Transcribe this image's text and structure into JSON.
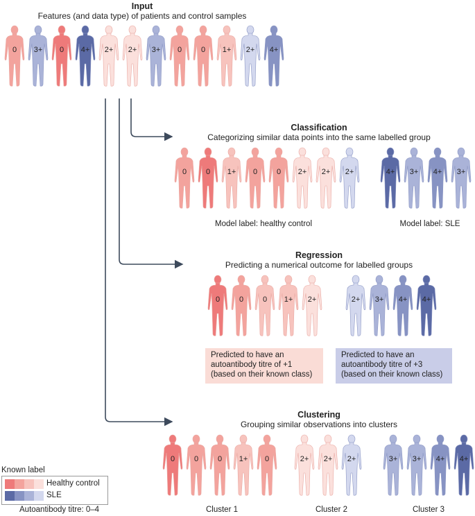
{
  "colors": {
    "healthy": [
      "#ee7a7a",
      "#f3a39d",
      "#f7c3bd",
      "#fbe0dc"
    ],
    "sle": [
      "#5b6aa5",
      "#8793c3",
      "#aab3d8",
      "#d3d8ee"
    ],
    "healthy_box": "#fadcd6",
    "sle_box": "#c9cde8",
    "arrow": "#3d4a5c"
  },
  "input": {
    "title": "Input",
    "subtitle": "Features (and data type) of patients and control samples",
    "people": [
      {
        "label": "0",
        "group": "healthy",
        "shade": 1
      },
      {
        "label": "3+",
        "group": "sle",
        "shade": 2
      },
      {
        "label": "0",
        "group": "healthy",
        "shade": 0
      },
      {
        "label": "4+",
        "group": "sle",
        "shade": 0
      },
      {
        "label": "2+",
        "group": "healthy",
        "shade": 3
      },
      {
        "label": "2+",
        "group": "healthy",
        "shade": 3
      },
      {
        "label": "3+",
        "group": "sle",
        "shade": 2
      },
      {
        "label": "0",
        "group": "healthy",
        "shade": 1
      },
      {
        "label": "0",
        "group": "healthy",
        "shade": 1
      },
      {
        "label": "1+",
        "group": "healthy",
        "shade": 2
      },
      {
        "label": "2+",
        "group": "sle",
        "shade": 3
      },
      {
        "label": "4+",
        "group": "sle",
        "shade": 1
      }
    ]
  },
  "classification": {
    "title": "Classification",
    "subtitle": "Categorizing similar data points into the same labelled group",
    "healthy_people": [
      {
        "label": "0",
        "group": "healthy",
        "shade": 1
      },
      {
        "label": "0",
        "group": "healthy",
        "shade": 0
      },
      {
        "label": "1+",
        "group": "healthy",
        "shade": 2
      },
      {
        "label": "0",
        "group": "healthy",
        "shade": 1
      },
      {
        "label": "0",
        "group": "healthy",
        "shade": 1
      },
      {
        "label": "2+",
        "group": "healthy",
        "shade": 3
      },
      {
        "label": "2+",
        "group": "healthy",
        "shade": 3
      },
      {
        "label": "2+",
        "group": "sle",
        "shade": 3
      }
    ],
    "sle_people": [
      {
        "label": "4+",
        "group": "sle",
        "shade": 0
      },
      {
        "label": "3+",
        "group": "sle",
        "shade": 2
      },
      {
        "label": "4+",
        "group": "sle",
        "shade": 1
      },
      {
        "label": "3+",
        "group": "sle",
        "shade": 2
      }
    ],
    "healthy_caption": "Model label: healthy control",
    "sle_caption": "Model label: SLE"
  },
  "regression": {
    "title": "Regression",
    "subtitle": "Predicting a numerical outcome for labelled groups",
    "healthy_people": [
      {
        "label": "0",
        "group": "healthy",
        "shade": 0
      },
      {
        "label": "0",
        "group": "healthy",
        "shade": 1
      },
      {
        "label": "0",
        "group": "healthy",
        "shade": 2
      },
      {
        "label": "1+",
        "group": "healthy",
        "shade": 2
      },
      {
        "label": "2+",
        "group": "healthy",
        "shade": 3
      }
    ],
    "sle_people": [
      {
        "label": "2+",
        "group": "sle",
        "shade": 3
      },
      {
        "label": "3+",
        "group": "sle",
        "shade": 2
      },
      {
        "label": "4+",
        "group": "sle",
        "shade": 1
      },
      {
        "label": "4+",
        "group": "sle",
        "shade": 0
      }
    ],
    "healthy_box": [
      "Predicted to have an",
      "autoantibody titre of +1",
      "(based on their known class)"
    ],
    "sle_box": [
      "Predicted to have an",
      "autoantibody titre of +3",
      "(based on their known class)"
    ]
  },
  "clustering": {
    "title": "Clustering",
    "subtitle": "Grouping similar observations into clusters",
    "cluster1": [
      {
        "label": "0",
        "group": "healthy",
        "shade": 0
      },
      {
        "label": "0",
        "group": "healthy",
        "shade": 1
      },
      {
        "label": "0",
        "group": "healthy",
        "shade": 1
      },
      {
        "label": "1+",
        "group": "healthy",
        "shade": 2
      },
      {
        "label": "0",
        "group": "healthy",
        "shade": 1
      }
    ],
    "cluster2": [
      {
        "label": "2+",
        "group": "healthy",
        "shade": 3
      },
      {
        "label": "2+",
        "group": "healthy",
        "shade": 3
      },
      {
        "label": "2+",
        "group": "sle",
        "shade": 3
      }
    ],
    "cluster3": [
      {
        "label": "3+",
        "group": "sle",
        "shade": 2
      },
      {
        "label": "3+",
        "group": "sle",
        "shade": 2
      },
      {
        "label": "4+",
        "group": "sle",
        "shade": 1
      },
      {
        "label": "4+",
        "group": "sle",
        "shade": 0
      }
    ],
    "cluster1_caption": "Cluster 1",
    "cluster2_caption": "Cluster 2",
    "cluster3_caption": "Cluster 3"
  },
  "legend": {
    "title": "Known label",
    "healthy_label": "Healthy control",
    "sle_label": "SLE",
    "titre": "Autoantibody titre: 0–4"
  }
}
